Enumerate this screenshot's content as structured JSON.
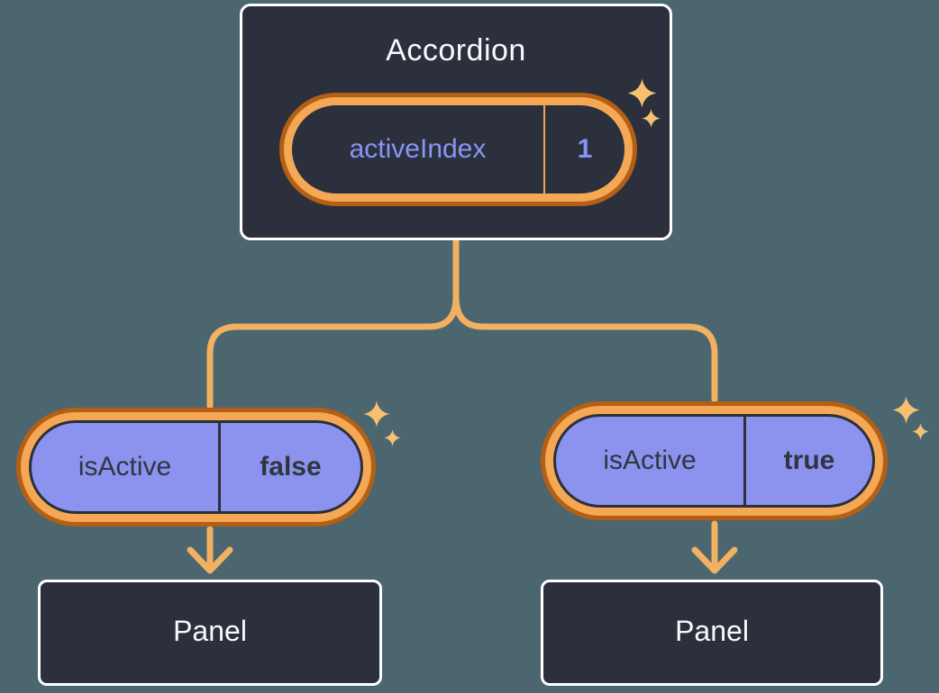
{
  "diagram": {
    "root": {
      "title": "Accordion",
      "pill": {
        "label": "activeIndex",
        "value": "1"
      }
    },
    "left_child": {
      "pill": {
        "label": "isActive",
        "value": "false"
      },
      "panel_title": "Panel"
    },
    "right_child": {
      "pill": {
        "label": "isActive",
        "value": "true"
      },
      "panel_title": "Panel"
    }
  },
  "icons": {
    "sparkle": "sparkle-icon",
    "arrow_down": "arrow-down-icon"
  },
  "colors": {
    "background": "#4C6670",
    "box_fill": "#2B303C",
    "box_border": "#FFFFFF",
    "pill_purple_fill": "#8C93EE",
    "pill_dark_outline": "#2A2F39",
    "text_light": "#F7F9FB",
    "text_dark": "#30363F",
    "text_purple": "#8A94F2",
    "ring_dark_orange": "#B45F14",
    "ring_light_orange": "#F4A855",
    "connector_orange": "#F2B061",
    "sparkle_gold": "#F6C070"
  }
}
